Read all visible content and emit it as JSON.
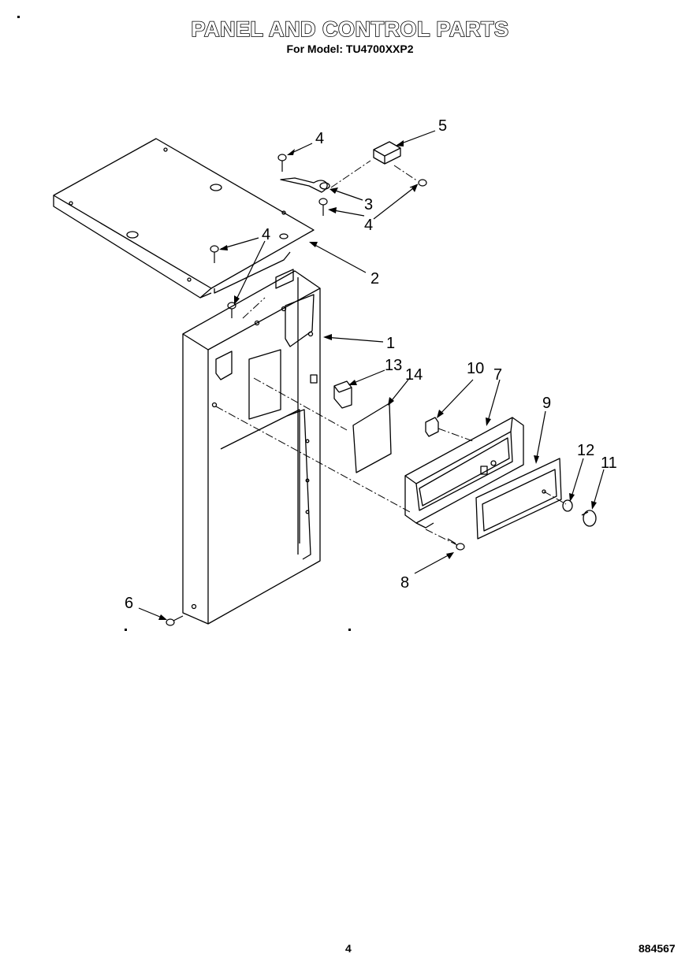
{
  "header": {
    "title": "PANEL AND CONTROL PARTS",
    "subtitle": "For Model: TU4700XXP2"
  },
  "callouts": {
    "c1": "1",
    "c2": "2",
    "c3": "3",
    "c4a": "4",
    "c4b": "4",
    "c4c": "4",
    "c5": "5",
    "c6": "6",
    "c7": "7",
    "c8": "8",
    "c9": "9",
    "c10": "10",
    "c11": "11",
    "c12": "12",
    "c13": "13",
    "c14": "14"
  },
  "footer": {
    "page_number": "4",
    "doc_number": "884567"
  }
}
